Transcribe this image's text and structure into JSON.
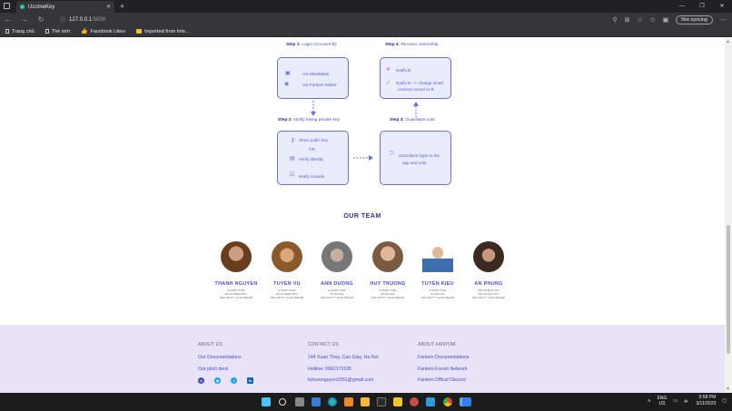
{
  "browser": {
    "tab_title": "UcomeKey",
    "url_host": "127.0.0.1",
    "url_port": ":5000",
    "sync_label": "Not syncing",
    "bookmarks": [
      {
        "label": "Trang chủ",
        "icon": "page-icon"
      },
      {
        "label": "Thẻ mới",
        "icon": "page-icon"
      },
      {
        "label": "Facebook Likes",
        "icon": "like-icon"
      },
      {
        "label": "Imported from Inte...",
        "icon": "folder-icon"
      }
    ]
  },
  "flow": {
    "step1": {
      "label": "Step 1:",
      "text": " Login (Account B)",
      "items": [
        "Via MetaMask",
        "Via Fantom Wallet"
      ]
    },
    "step2": {
      "label": "Step 2:",
      "text": " Notify losing private key",
      "items": [
        "Show pubic key",
        "OR",
        "Verify identity",
        "Notify Guards"
      ]
    },
    "step3": {
      "label": "Step 3:",
      "text": " Guardians vote",
      "items": [
        "Guardians login to the",
        "app and vote"
      ]
    },
    "step4": {
      "label": "Step 4:",
      "text": " Recover ownership",
      "items": [
        "Notify B",
        "Notify B --> change smart",
        "contract owner to B"
      ]
    }
  },
  "team": {
    "title": "OUR TEAM",
    "members": [
      {
        "name": "THANH NGUYEN",
        "role1": "COMPUTER",
        "role2": "ENGINEERING",
        "role3": "SECURITY ENGINEER",
        "color": "#6b3d1f"
      },
      {
        "name": "TUYEN VU",
        "role1": "COMPUTER",
        "role2": "ENGINEERING",
        "role3": "SECURITY ENGINEER",
        "color": "#8a5a2a"
      },
      {
        "name": "ANH DUONG",
        "role1": "COMPUTER",
        "role2": "SCIENCE",
        "role3": "SECURITY ENGINEER",
        "color": "#777777"
      },
      {
        "name": "HUY TRUONG",
        "role1": "COMPUTER",
        "role2": "SCIENCE",
        "role3": "SECURITY ENGINEER",
        "color": "#7a5a40"
      },
      {
        "name": "TUYEN KIEU",
        "role1": "COMPUTER",
        "role2": "SCIENCE",
        "role3": "SECURITY ENGINEER",
        "color": "#3c6fb0"
      },
      {
        "name": "AN PHUNG",
        "role1": "INFORMATION",
        "role2": "TECHNOLOGY",
        "role3": "SECURITY ENGINEER",
        "color": "#3a2a1f"
      }
    ]
  },
  "footer": {
    "col1": {
      "head": "ABOUT US",
      "items": [
        "Our Documentations",
        "Our pitch deck"
      ]
    },
    "col2": {
      "head": "CONTACT US",
      "items": [
        "144 Xuan Thuy, Cau Giay, Ha Noi",
        "Hotline: 0962173195",
        "feliceenguyen2001@gmail.com"
      ]
    },
    "col3": {
      "head": "ABOUT FANTOM",
      "items": [
        "Fantom Documentations",
        "Fantom Forum Network",
        "Fantom Offical Discord"
      ]
    },
    "socials": [
      {
        "name": "github-icon",
        "color": "#4b4cc4",
        "glyph": "●"
      },
      {
        "name": "fantom-icon",
        "color": "#1aa3e8",
        "glyph": "◆"
      },
      {
        "name": "twitter-icon",
        "color": "#1da1f2",
        "glyph": "t"
      },
      {
        "name": "linkedin-icon",
        "color": "#0a66c2",
        "glyph": "in"
      }
    ]
  },
  "taskbar": {
    "lang_1": "ENG",
    "lang_2": "US",
    "time": "5:58 PM",
    "date": "3/11/2023"
  }
}
